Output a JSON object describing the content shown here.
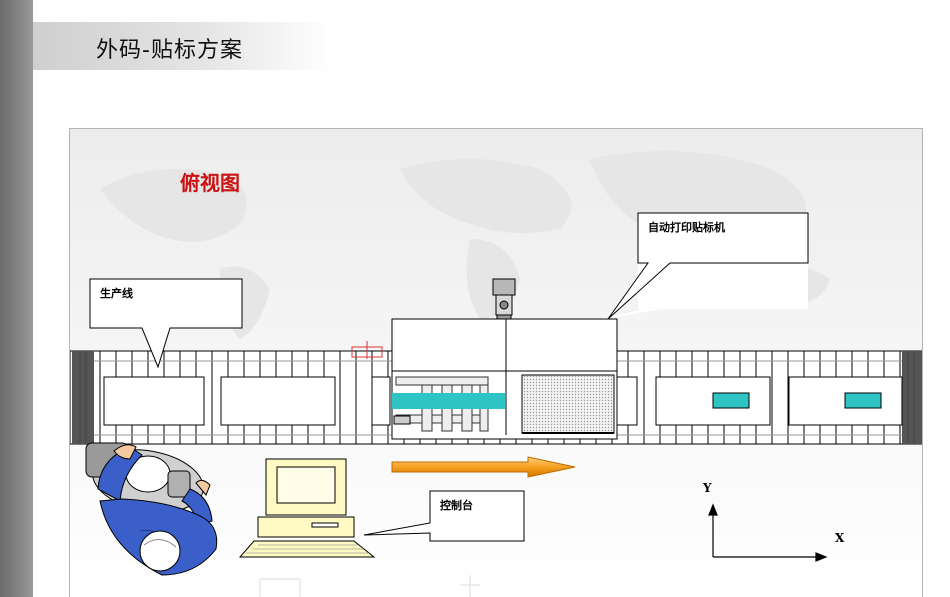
{
  "slide": {
    "title": "外码-贴标方案"
  },
  "diagram": {
    "view_title": "俯视图",
    "callouts": {
      "auto_print_label_machine": "自动打印贴标机",
      "production_line": "生产线",
      "console": "控制台"
    },
    "axes": {
      "y_label": "Y",
      "x_label": "X"
    },
    "colors": {
      "title_red": "#cc1111",
      "label_cyan": "#2ec4c4",
      "arrow_orange": "#f5a020",
      "worker_blue": "#3a5fc8",
      "monitor_yellow": "#fff9c4"
    }
  }
}
